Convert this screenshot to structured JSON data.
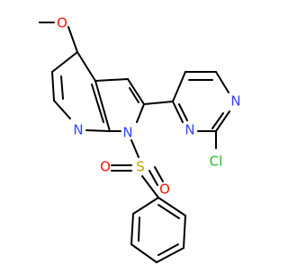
{
  "molecule": {
    "bond_color": "#000000",
    "heteroatom_colors": {
      "N": "#3344ff",
      "O": "#ff1100",
      "S": "#c8a000",
      "Cl": "#22bb22"
    },
    "atom_labels": {
      "methoxy_o": "O",
      "ring_n_top": "N",
      "ring_n_bottom": "N",
      "chlorine": "Cl",
      "pyridine_n": "N",
      "indole_n": "N",
      "sulfonyl_s": "S",
      "sulfonyl_o_left": "O",
      "sulfonyl_o_right": "O"
    }
  }
}
